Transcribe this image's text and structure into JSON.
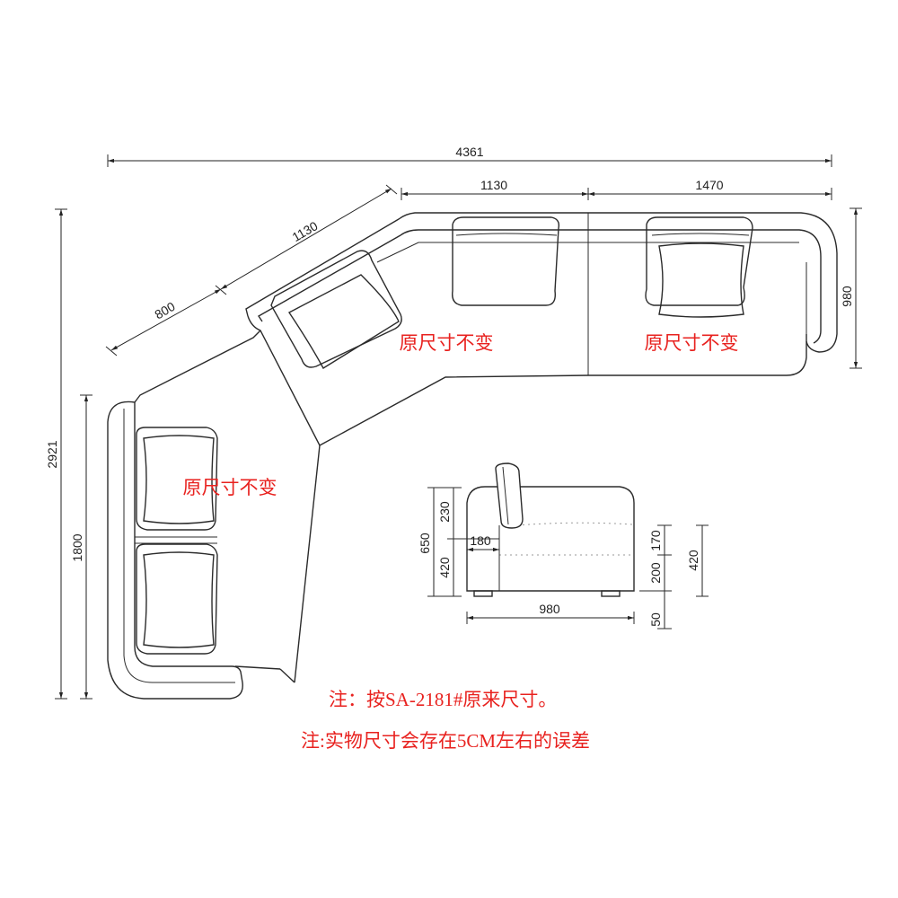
{
  "dimensions": {
    "total_width": "4361",
    "top_left_section": "1130",
    "top_right_section": "1470",
    "diag_upper": "1130",
    "diag_lower": "800",
    "overall_height": "2921",
    "left_section": "1800",
    "right_depth": "980"
  },
  "labels": {
    "unchanged_1": "原尺寸不变",
    "unchanged_2": "原尺寸不变",
    "unchanged_3": "原尺寸不变"
  },
  "side_view": {
    "total_height": "650",
    "back_height": "230",
    "seat_height": "420",
    "backrest_thickness": "180",
    "depth": "980",
    "cushion_top": "170",
    "seat_base": "200",
    "leg_height": "50",
    "right_seat_height": "420"
  },
  "notes": {
    "note1": "注：按SA-2181#原来尺寸。",
    "note2": "注:实物尺寸会存在5CM左右的误差"
  },
  "colors": {
    "annotation": "#e8221f",
    "line": "#2b2b2b"
  }
}
